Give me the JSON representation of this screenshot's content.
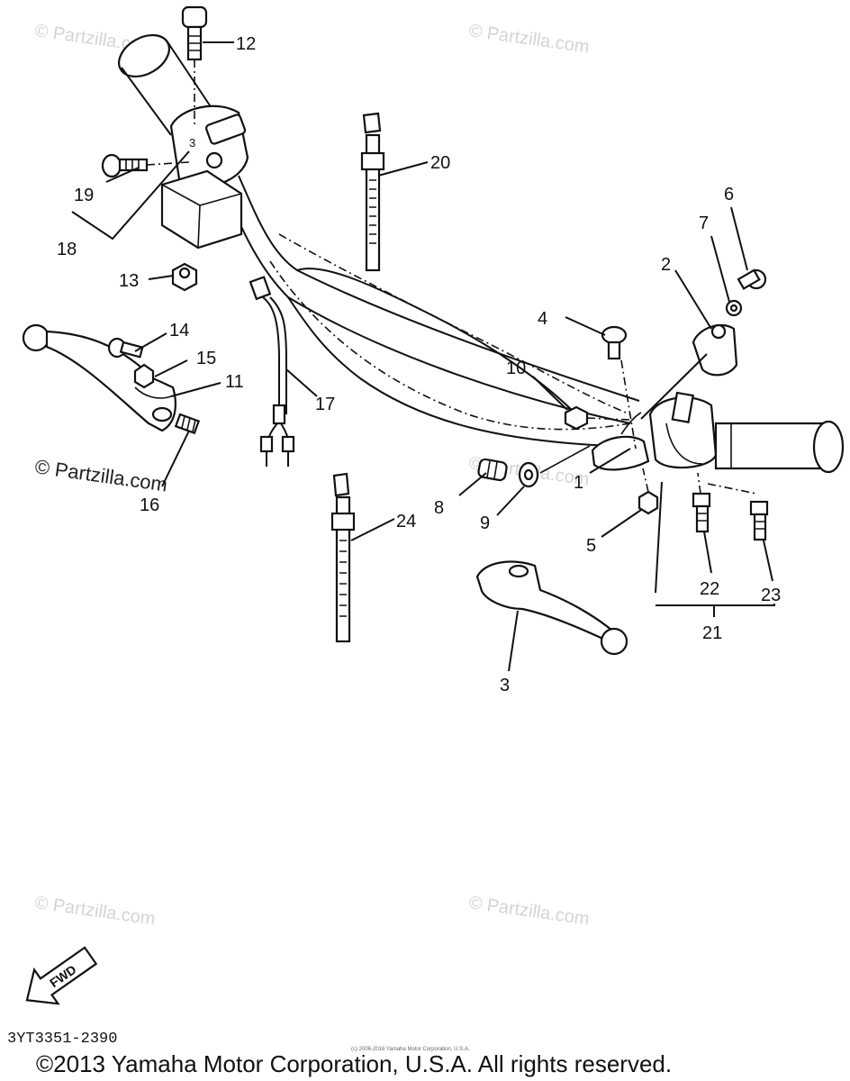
{
  "diagram": {
    "callouts": [
      {
        "id": "c12",
        "label": "12"
      },
      {
        "id": "c20",
        "label": "20"
      },
      {
        "id": "c19",
        "label": "19"
      },
      {
        "id": "c18",
        "label": "18"
      },
      {
        "id": "c13",
        "label": "13"
      },
      {
        "id": "c14",
        "label": "14"
      },
      {
        "id": "c15",
        "label": "15"
      },
      {
        "id": "c11",
        "label": "11"
      },
      {
        "id": "c16",
        "label": "16"
      },
      {
        "id": "c17",
        "label": "17"
      },
      {
        "id": "c6",
        "label": "6"
      },
      {
        "id": "c7",
        "label": "7"
      },
      {
        "id": "c2",
        "label": "2"
      },
      {
        "id": "c4",
        "label": "4"
      },
      {
        "id": "c10",
        "label": "10"
      },
      {
        "id": "c1",
        "label": "1"
      },
      {
        "id": "c8",
        "label": "8"
      },
      {
        "id": "c9",
        "label": "9"
      },
      {
        "id": "c24",
        "label": "24"
      },
      {
        "id": "c5",
        "label": "5"
      },
      {
        "id": "c22",
        "label": "22"
      },
      {
        "id": "c23",
        "label": "23"
      },
      {
        "id": "c21",
        "label": "21"
      },
      {
        "id": "c3",
        "label": "3"
      }
    ],
    "fwd_label": "FWD",
    "diagram_code": "3YT3351-2390",
    "small_copyright": "(c) 2006-2016 Yamaha Motor Corporation, U.S.A.",
    "copyright": "©2013 Yamaha Motor Corporation, U.S.A. All rights reserved."
  },
  "watermarks": {
    "faint_text": "© Partzilla.com",
    "dark_text": "© Partzilla.com"
  }
}
